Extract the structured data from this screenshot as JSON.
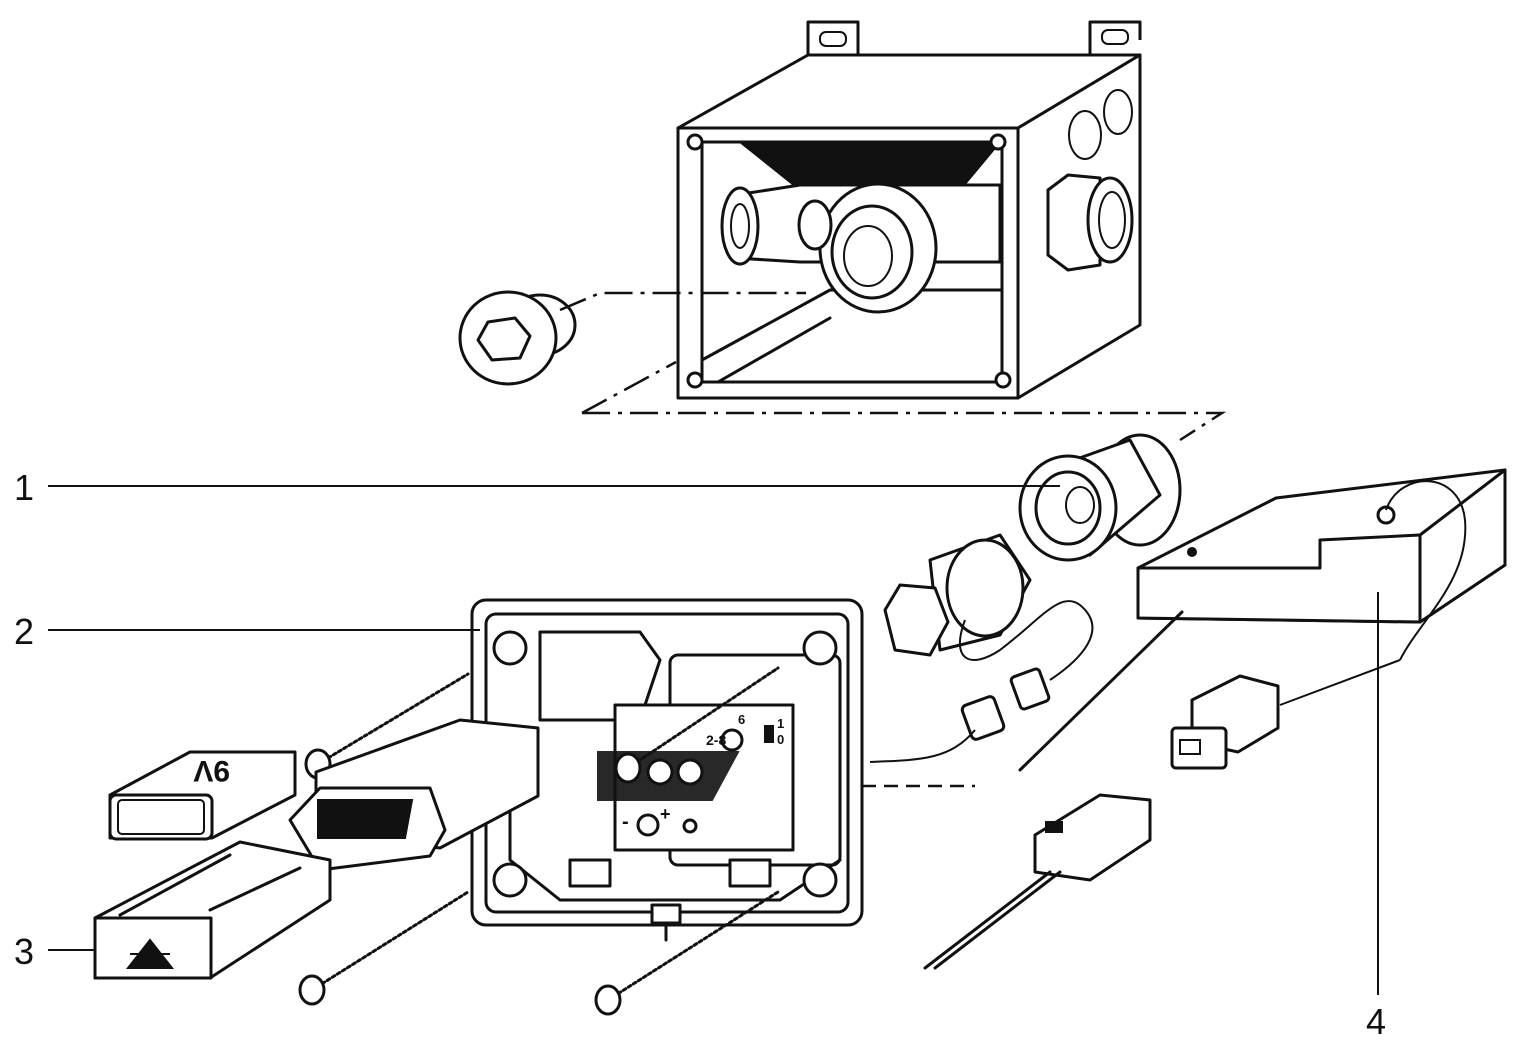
{
  "callouts": [
    {
      "id": "1",
      "label": "1"
    },
    {
      "id": "2",
      "label": "2"
    },
    {
      "id": "3",
      "label": "3"
    },
    {
      "id": "4",
      "label": "4"
    }
  ],
  "printed_marks": {
    "battery_label": "9V",
    "dial_scale": "2-8",
    "dial_marks": [
      "6",
      "2",
      "8"
    ],
    "switch_marks": [
      "1",
      "0"
    ],
    "polarity_minus": "-",
    "polarity_plus": "+"
  },
  "colors": {
    "ink": "#111111",
    "paper": "#ffffff"
  }
}
